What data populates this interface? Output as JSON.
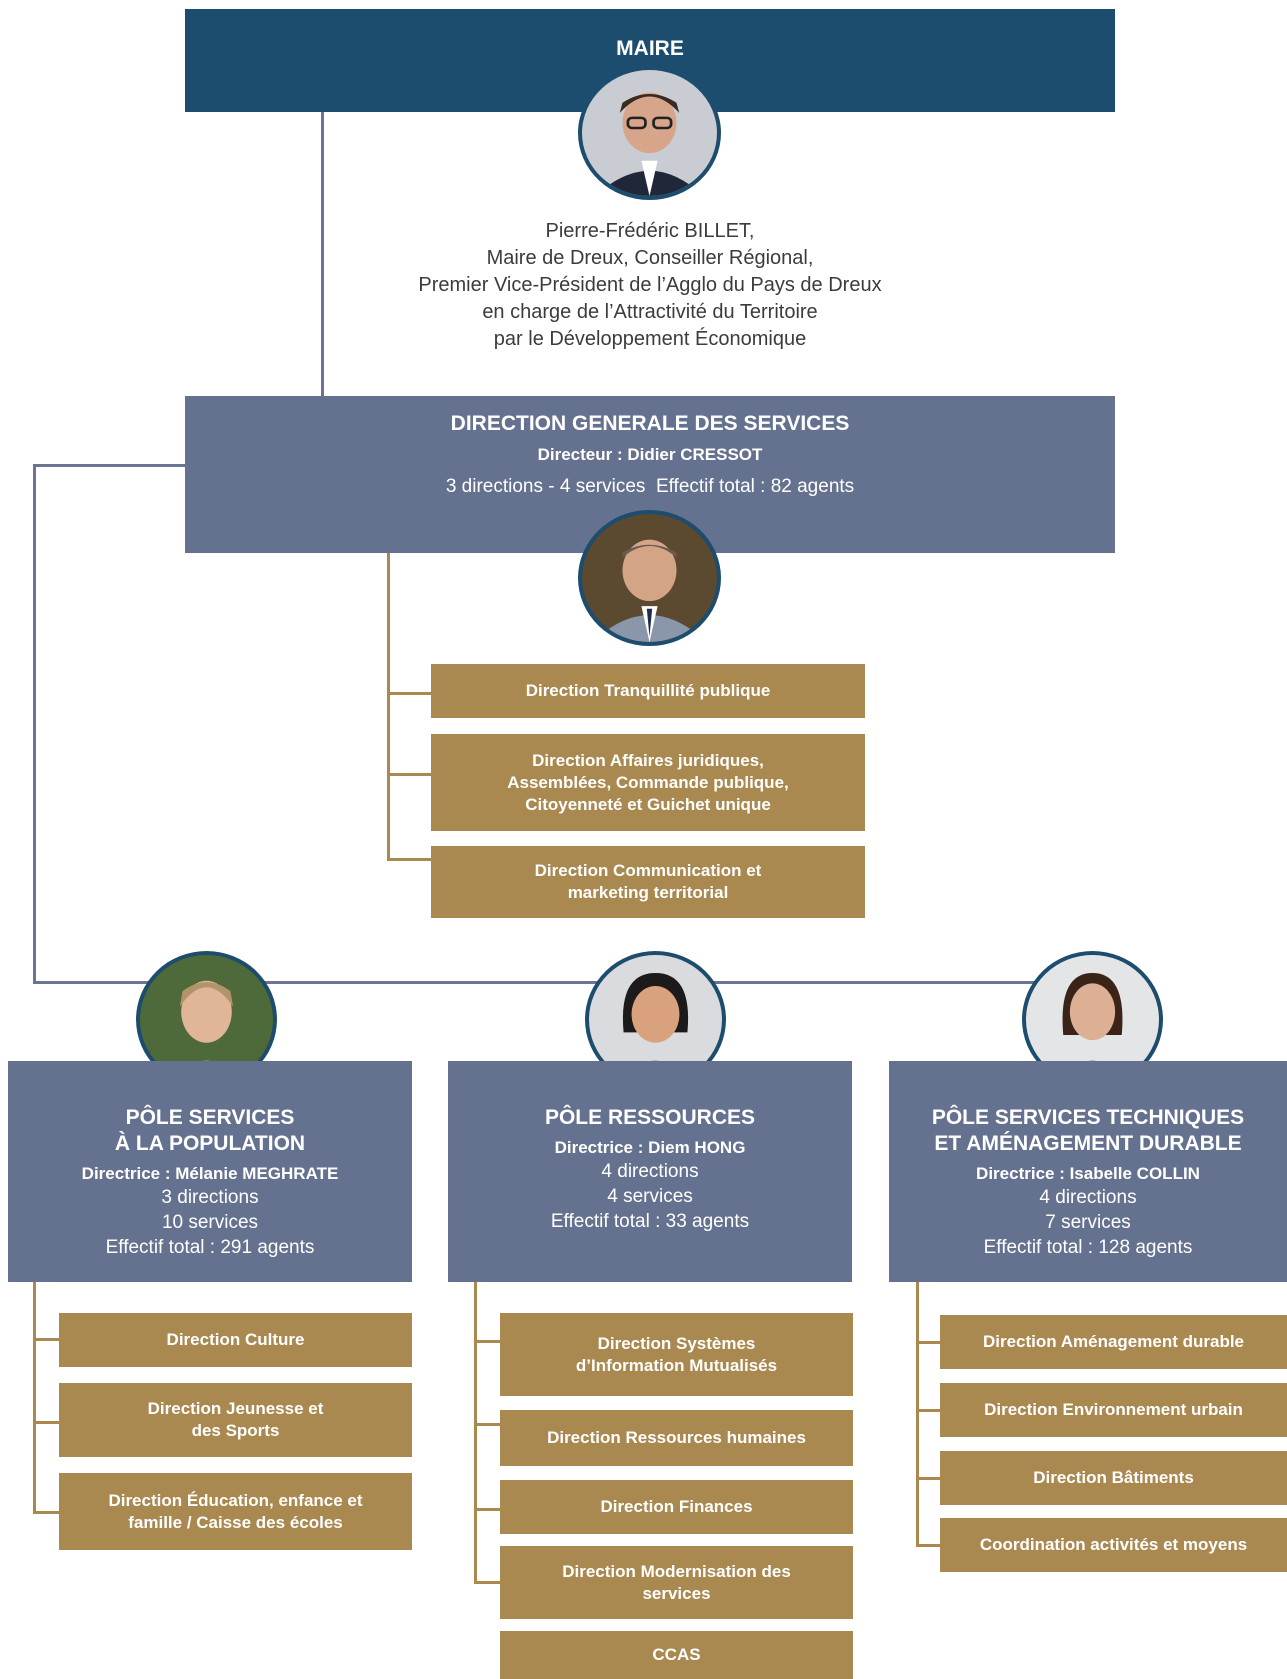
{
  "maire": {
    "label": "MAIRE",
    "bio": [
      "Pierre-Frédéric BILLET,",
      "Maire de Dreux, Conseiller Régional,",
      "Premier Vice-Président de l’Agglo du Pays de Dreux",
      "en charge de l’Attractivité du Territoire",
      "par le Développement Économique"
    ]
  },
  "dgs": {
    "title": "DIRECTION GENERALE DES SERVICES",
    "director": "Directeur : Didier CRESSOT",
    "stats": "3 directions - 4 services  Effectif total : 82 agents",
    "directions": [
      "Direction Tranquillité publique",
      "Direction Affaires juridiques, Assemblées, Commande publique, Citoyenneté et Guichet unique",
      "Direction Communication et marketing territorial"
    ]
  },
  "poles": [
    {
      "title_line1": "PÔLE SERVICES",
      "title_line2": "À LA POPULATION",
      "director": "Directrice : Mélanie MEGHRATE",
      "stat1": "3 directions",
      "stat2": "10 services",
      "stat3": "Effectif total : 291 agents",
      "directions": [
        "Direction Culture",
        "Direction Jeunesse et des Sports",
        "Direction Éducation, enfance et famille / Caisse des écoles"
      ]
    },
    {
      "title_line1": "PÔLE RESSOURCES",
      "title_line2": "",
      "director": "Directrice : Diem HONG",
      "stat1": "4 directions",
      "stat2": "4 services",
      "stat3": "Effectif total : 33 agents",
      "directions": [
        "Direction Systèmes d’Information Mutualisés",
        "Direction Ressources humaines",
        "Direction Finances",
        "Direction Modernisation des services",
        "CCAS"
      ]
    },
    {
      "title_line1": "PÔLE SERVICES TECHNIQUES",
      "title_line2": "ET AMÉNAGEMENT DURABLE",
      "director": "Directrice : Isabelle COLLIN",
      "stat1": "4 directions",
      "stat2": "7 services",
      "stat3": "Effectif total : 128 agents",
      "directions": [
        "Direction Aménagement durable",
        "Direction Environnement urbain",
        "Direction Bâtiments",
        "Coordination activités et moyens"
      ]
    }
  ],
  "colors": {
    "maire_box": "#1d4d6e",
    "pole_box": "#65728f",
    "direction_box": "#a9894f"
  },
  "icons": [
    "portrait-maire",
    "portrait-dgs",
    "portrait-pole-population",
    "portrait-pole-ressources",
    "portrait-pole-techniques"
  ]
}
